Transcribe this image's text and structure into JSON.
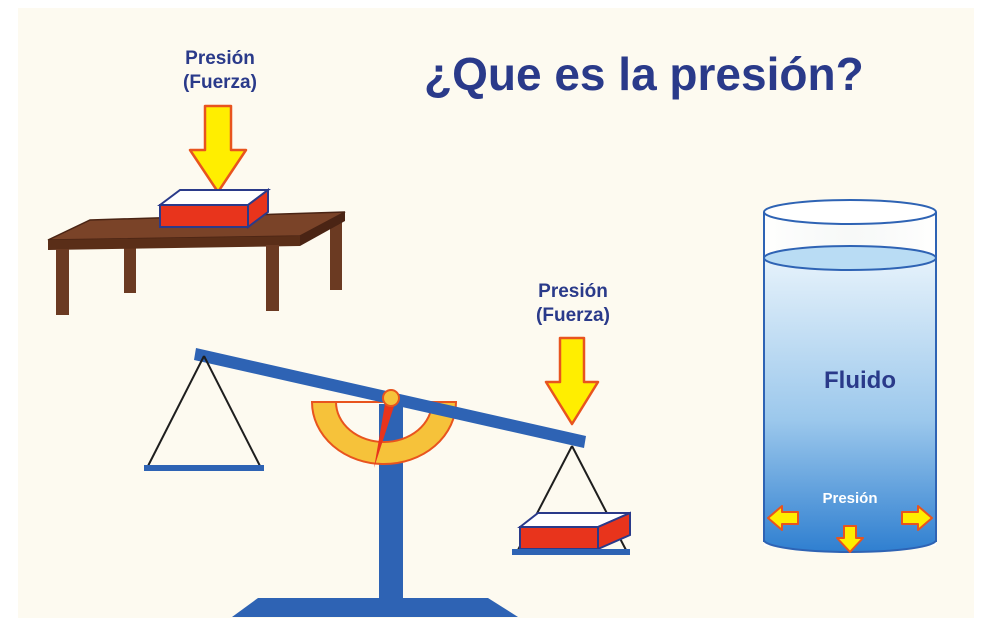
{
  "title": "¿Que es la presión?",
  "table_label": {
    "line1": "Presión",
    "line2": "(Fuerza)"
  },
  "balance_label": {
    "line1": "Presión",
    "line2": "(Fuerza)"
  },
  "fluid": {
    "label": "Fluido",
    "pressure_label": "Presión"
  },
  "colors": {
    "background": "#fdfaf0",
    "text_blue": "#2a3a8a",
    "arrow_yellow": "#ffee00",
    "arrow_outline": "#e8541e",
    "block_red": "#e8341c",
    "table_brown": "#6b3a22",
    "scale_blue": "#2e63b4",
    "dial_yellow": "#f6c23a",
    "needle_red": "#e8341c",
    "water_top": "#cfe6f7",
    "water_bottom": "#2f7fd0"
  }
}
